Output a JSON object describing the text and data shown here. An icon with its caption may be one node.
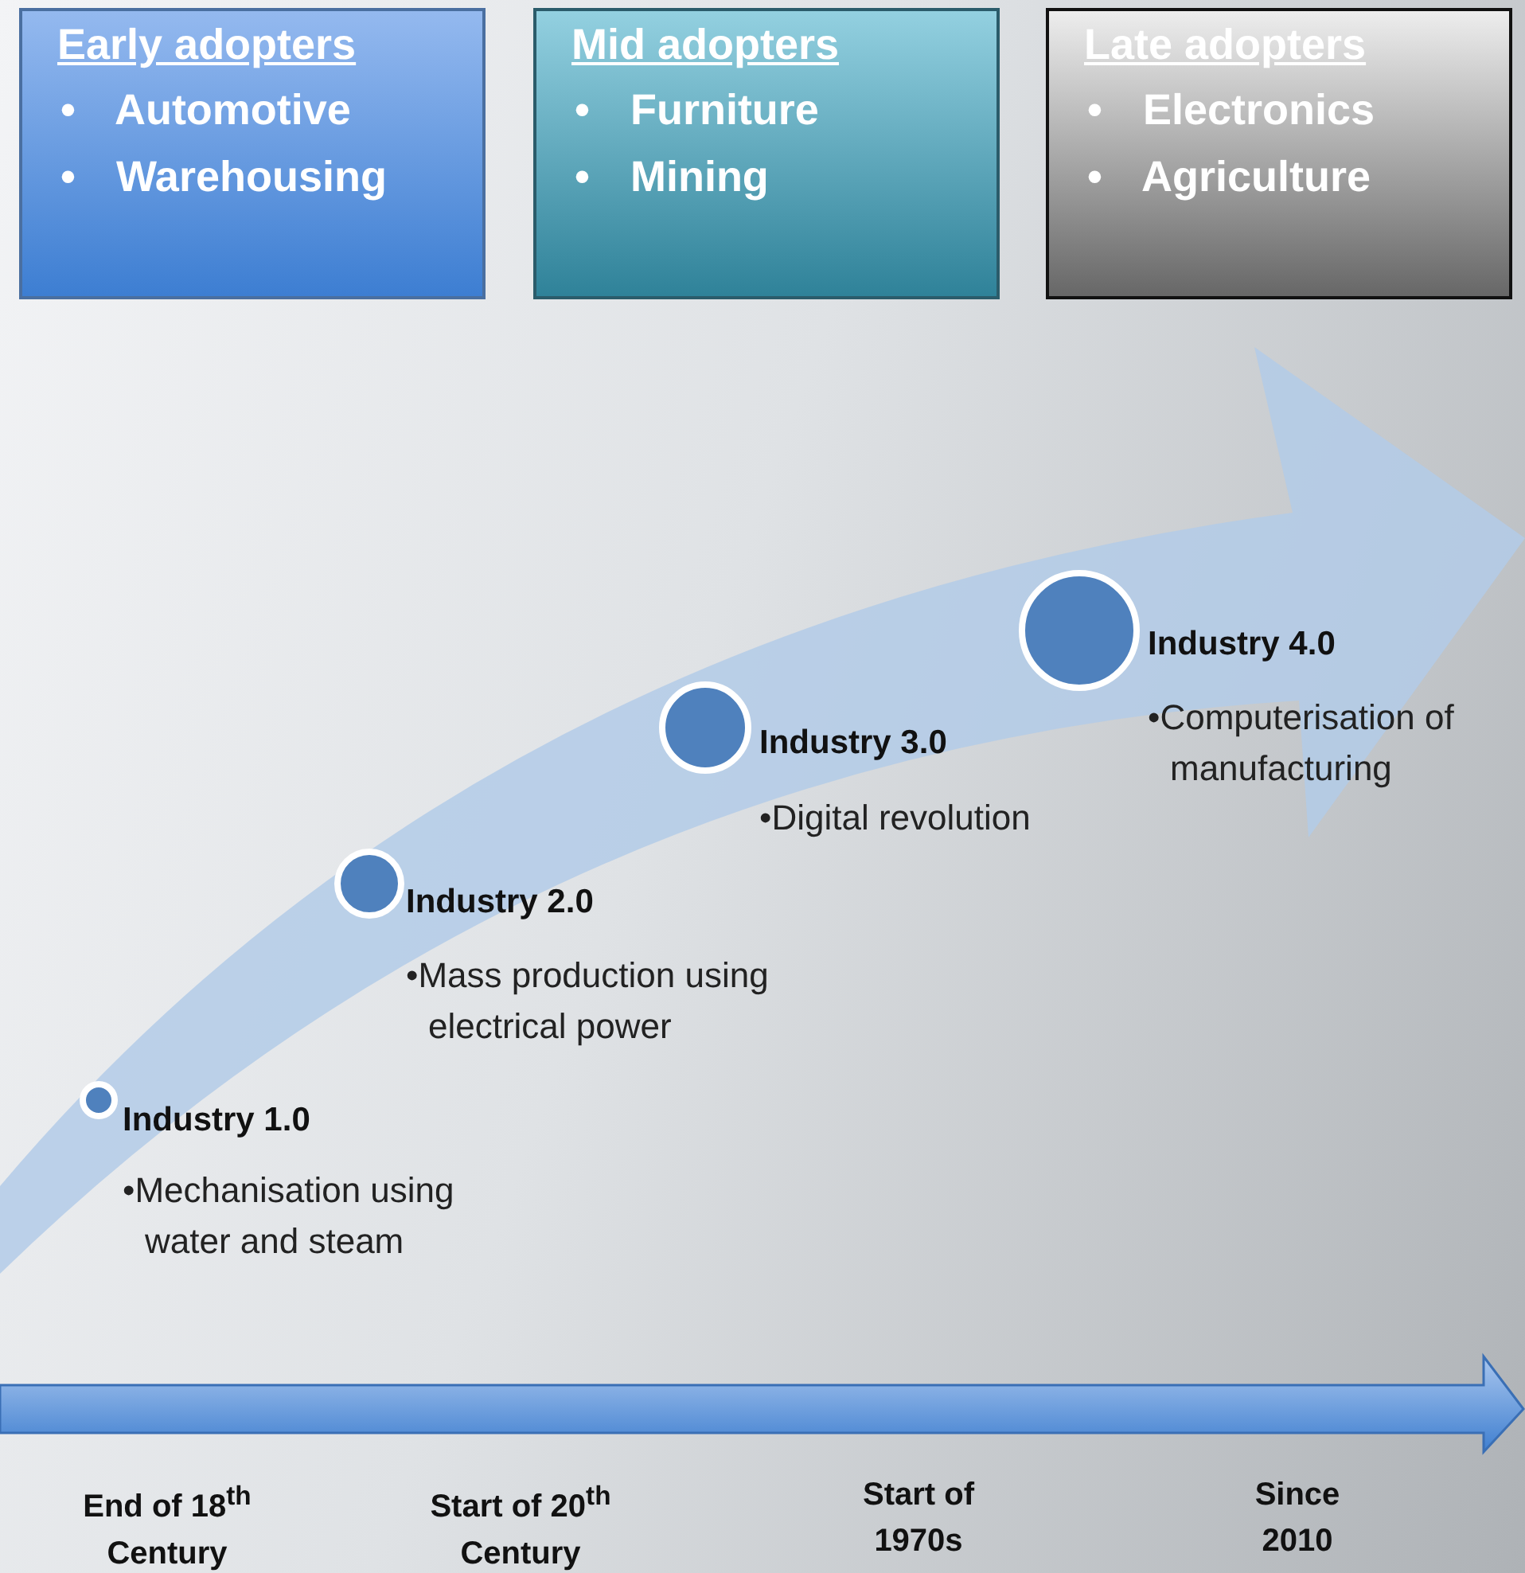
{
  "diagram": {
    "nodes": [
      {
        "text": [
          "Early adopters",
          "• Automotive",
          "• Warehousing"
        ]
      },
      {
        "text": [
          "Mid adopters",
          "• Furniture",
          "• Mining"
        ]
      },
      {
        "text": [
          "Late adopters",
          "• Electronics",
          "• Agriculture"
        ]
      },
      {
        "text": [
          "Industry 1.0",
          "•Mechanisation using water and steam"
        ]
      },
      {
        "text": [
          "Industry 2.0",
          "•Mass production using electrical power"
        ]
      },
      {
        "text": [
          "Industry 3.0",
          "•Digital revolution"
        ]
      },
      {
        "text": [
          "Industry 4.0",
          "•Computerisation of manufacturing"
        ]
      }
    ],
    "edges": [],
    "labels": [
      "End of 18$^{th}$ Century",
      "Start of 20$^{th}$ Century",
      "Start of 1970s",
      "Since 2010"
    ]
  }
}
